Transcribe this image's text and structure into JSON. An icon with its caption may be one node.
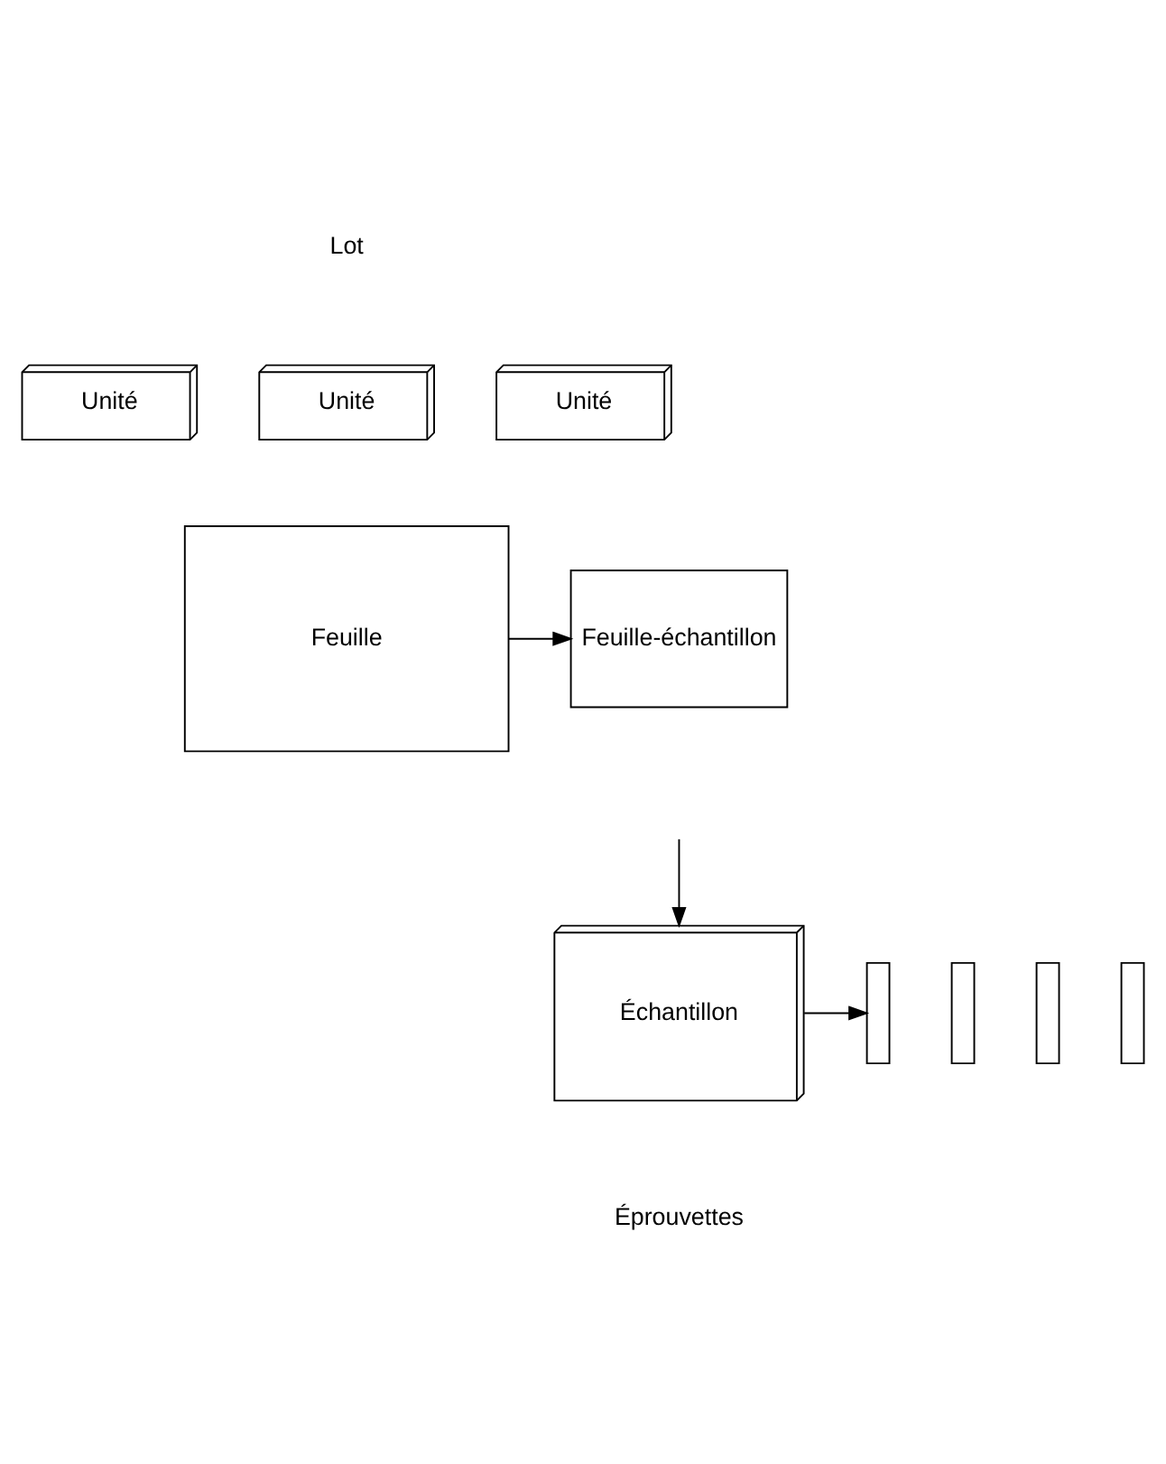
{
  "diagram": {
    "nodes": [
      {
        "text": [
          "Unité"
        ]
      },
      {
        "text": [
          "Unité"
        ]
      },
      {
        "text": [
          "Unité"
        ]
      },
      {
        "text": [
          "Feuille"
        ]
      },
      {
        "text": [
          "Feuille-échantillon"
        ]
      },
      {
        "text": [
          "Échantillon"
        ]
      },
      {
        "text": [],
        "shape": "bar"
      },
      {
        "text": [],
        "shape": "bar"
      },
      {
        "text": [],
        "shape": "bar"
      },
      {
        "text": [],
        "shape": "bar"
      }
    ],
    "edges": [
      {
        "from": 3,
        "to": 4,
        "arrow": "to"
      },
      {
        "from": null,
        "to": 5,
        "arrow": "to"
      },
      {
        "from": 5,
        "to": 6,
        "arrow": "to"
      }
    ],
    "labels": [
      "Lot",
      "Éprouvettes"
    ]
  }
}
